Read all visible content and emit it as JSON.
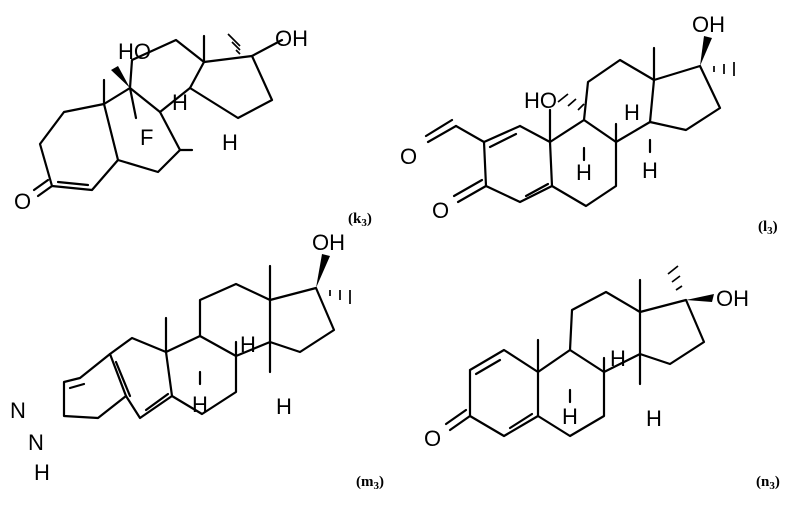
{
  "compounds": [
    {
      "id": "k3",
      "caption": "(k3)",
      "caption_main": "(k",
      "caption_sub": "3",
      "caption_close": ")",
      "atom_labels": [
        "HO",
        "OH",
        "O",
        "F",
        "H",
        "H"
      ]
    },
    {
      "id": "l3",
      "caption": "(l3)",
      "caption_main": "(l",
      "caption_sub": "3",
      "caption_close": ")",
      "atom_labels": [
        "HO",
        "OH",
        "O",
        "O",
        "H",
        "H",
        "H"
      ]
    },
    {
      "id": "m3",
      "caption": "(m3)",
      "caption_main": "(m",
      "caption_sub": "3",
      "caption_close": ")",
      "atom_labels": [
        "OH",
        "N",
        "N",
        "H",
        "H",
        "H",
        "H"
      ]
    },
    {
      "id": "n3",
      "caption": "(n3)",
      "caption_main": "(n",
      "caption_sub": "3",
      "caption_close": ")",
      "atom_labels": [
        "OH",
        "O",
        "H",
        "H",
        "H"
      ]
    }
  ],
  "colors": {
    "ink": "#000000",
    "background": "#ffffff"
  }
}
